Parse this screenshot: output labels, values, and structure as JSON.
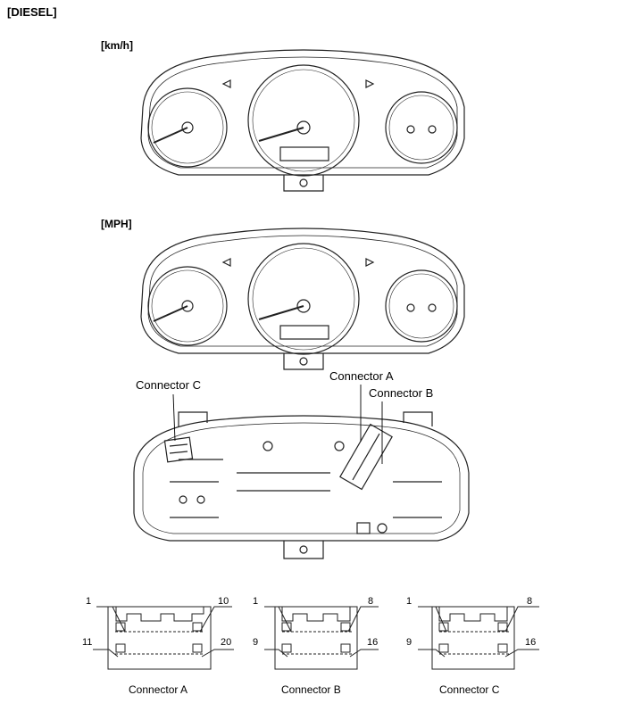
{
  "header": {
    "engine": "[DIESEL]"
  },
  "sections": {
    "kmh": "[km/h]",
    "mph": "[MPH]"
  },
  "callouts": {
    "conn_c": "Connector C",
    "conn_a": "Connector A",
    "conn_b": "Connector B"
  },
  "connectors": [
    {
      "caption": "Connector A",
      "pins": [
        "1",
        "10",
        "11",
        "20"
      ]
    },
    {
      "caption": "Connector B",
      "pins": [
        "1",
        "8",
        "9",
        "16"
      ]
    },
    {
      "caption": "Connector C",
      "pins": [
        "1",
        "8",
        "9",
        "16"
      ]
    }
  ]
}
